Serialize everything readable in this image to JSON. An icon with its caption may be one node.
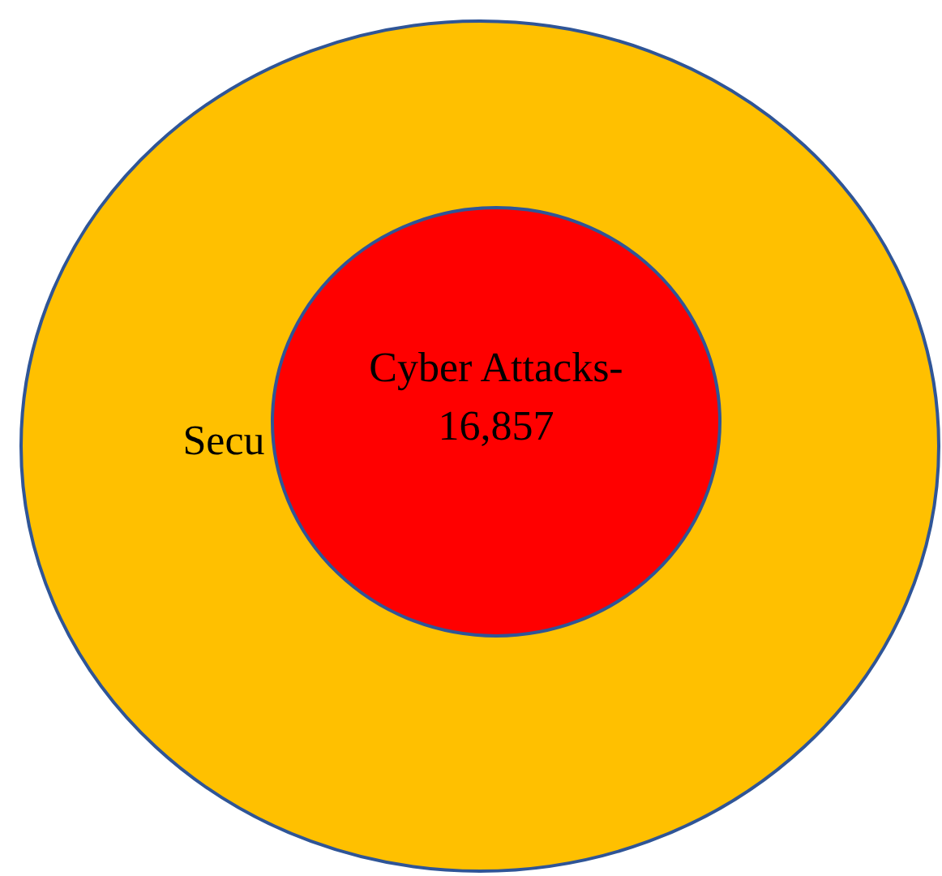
{
  "diagram": {
    "nodes": [
      {
        "text": [
          "Secu"
        ]
      },
      {
        "text": [
          "Cyber Attacks- 16,857"
        ],
        "in": 0
      }
    ]
  }
}
